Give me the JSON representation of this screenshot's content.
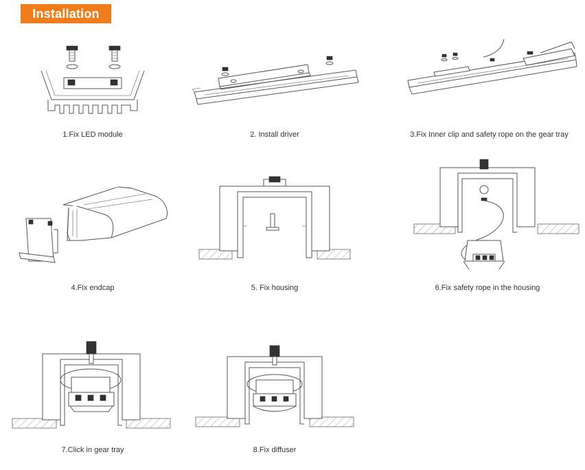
{
  "header": {
    "title": "Installation"
  },
  "steps": [
    {
      "caption": "1.Fix LED module"
    },
    {
      "caption": "2. Install driver"
    },
    {
      "caption": "3.Fix Inner clip and safety rope on the gear tray"
    },
    {
      "caption": "4.Fix endcap"
    },
    {
      "caption": "5. Fix housing"
    },
    {
      "caption": "6.Fix safety rope in the housing"
    },
    {
      "caption": "7.Click in gear tray"
    },
    {
      "caption": "8.Fix diffuser"
    }
  ],
  "colors": {
    "banner": "#f07c1c",
    "banner_text": "#ffffff",
    "caption": "#333333"
  }
}
